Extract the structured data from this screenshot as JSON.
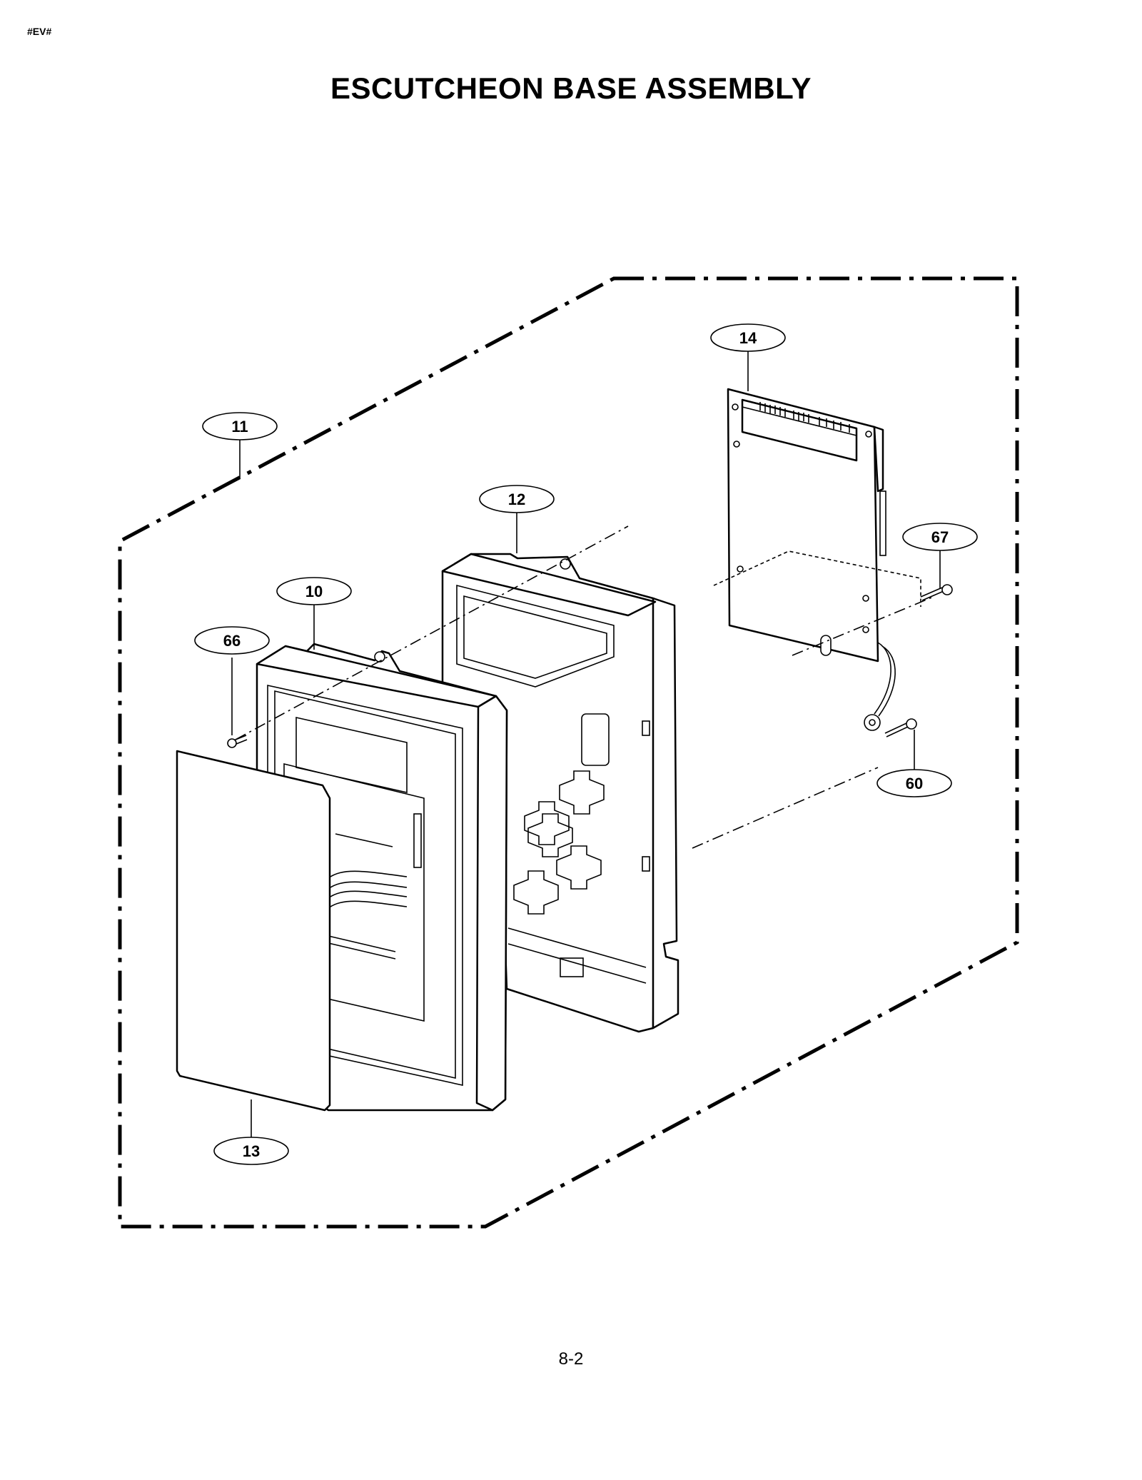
{
  "header": {
    "tag": "#EV#",
    "title": "ESCUTCHEON BASE ASSEMBLY"
  },
  "footer": {
    "page_number": "8-2"
  },
  "callouts": {
    "c10": "10",
    "c11": "11",
    "c12": "12",
    "c13": "13",
    "c14": "14",
    "c60": "60",
    "c66": "66",
    "c67": "67"
  }
}
